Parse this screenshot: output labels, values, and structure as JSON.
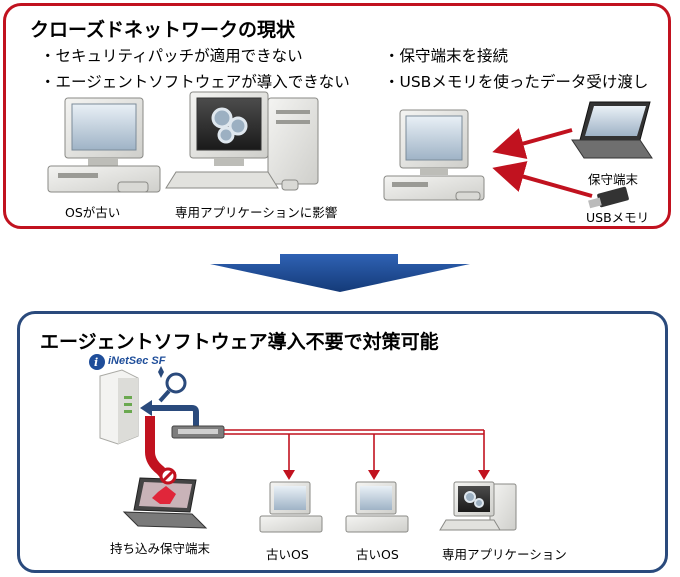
{
  "top": {
    "title": "クローズドネットワークの現状",
    "bullets_left": [
      "・セキュリティパッチが適用できない",
      "・エージェントソフトウェアが導入できない"
    ],
    "bullets_right": [
      "・保守端末を接続",
      "・USBメモリを使ったデータ受け渡し"
    ],
    "caption_old_os": "OSが古い",
    "caption_app": "専用アプリケーションに影響",
    "caption_laptop": "保守端末",
    "caption_usb": "USBメモリ"
  },
  "bottom": {
    "title": "エージェントソフトウェア導入不要で対策可能",
    "product_logo": "iNetSec SF",
    "caption_laptop": "持ち込み保守端末",
    "caption_pc1": "古いOS",
    "caption_pc2": "古いOS",
    "caption_pc3": "専用アプリケーション"
  },
  "colors": {
    "red": "#c1121f",
    "blue": "#2a4a7c",
    "arrow": "#1f4e9a"
  }
}
